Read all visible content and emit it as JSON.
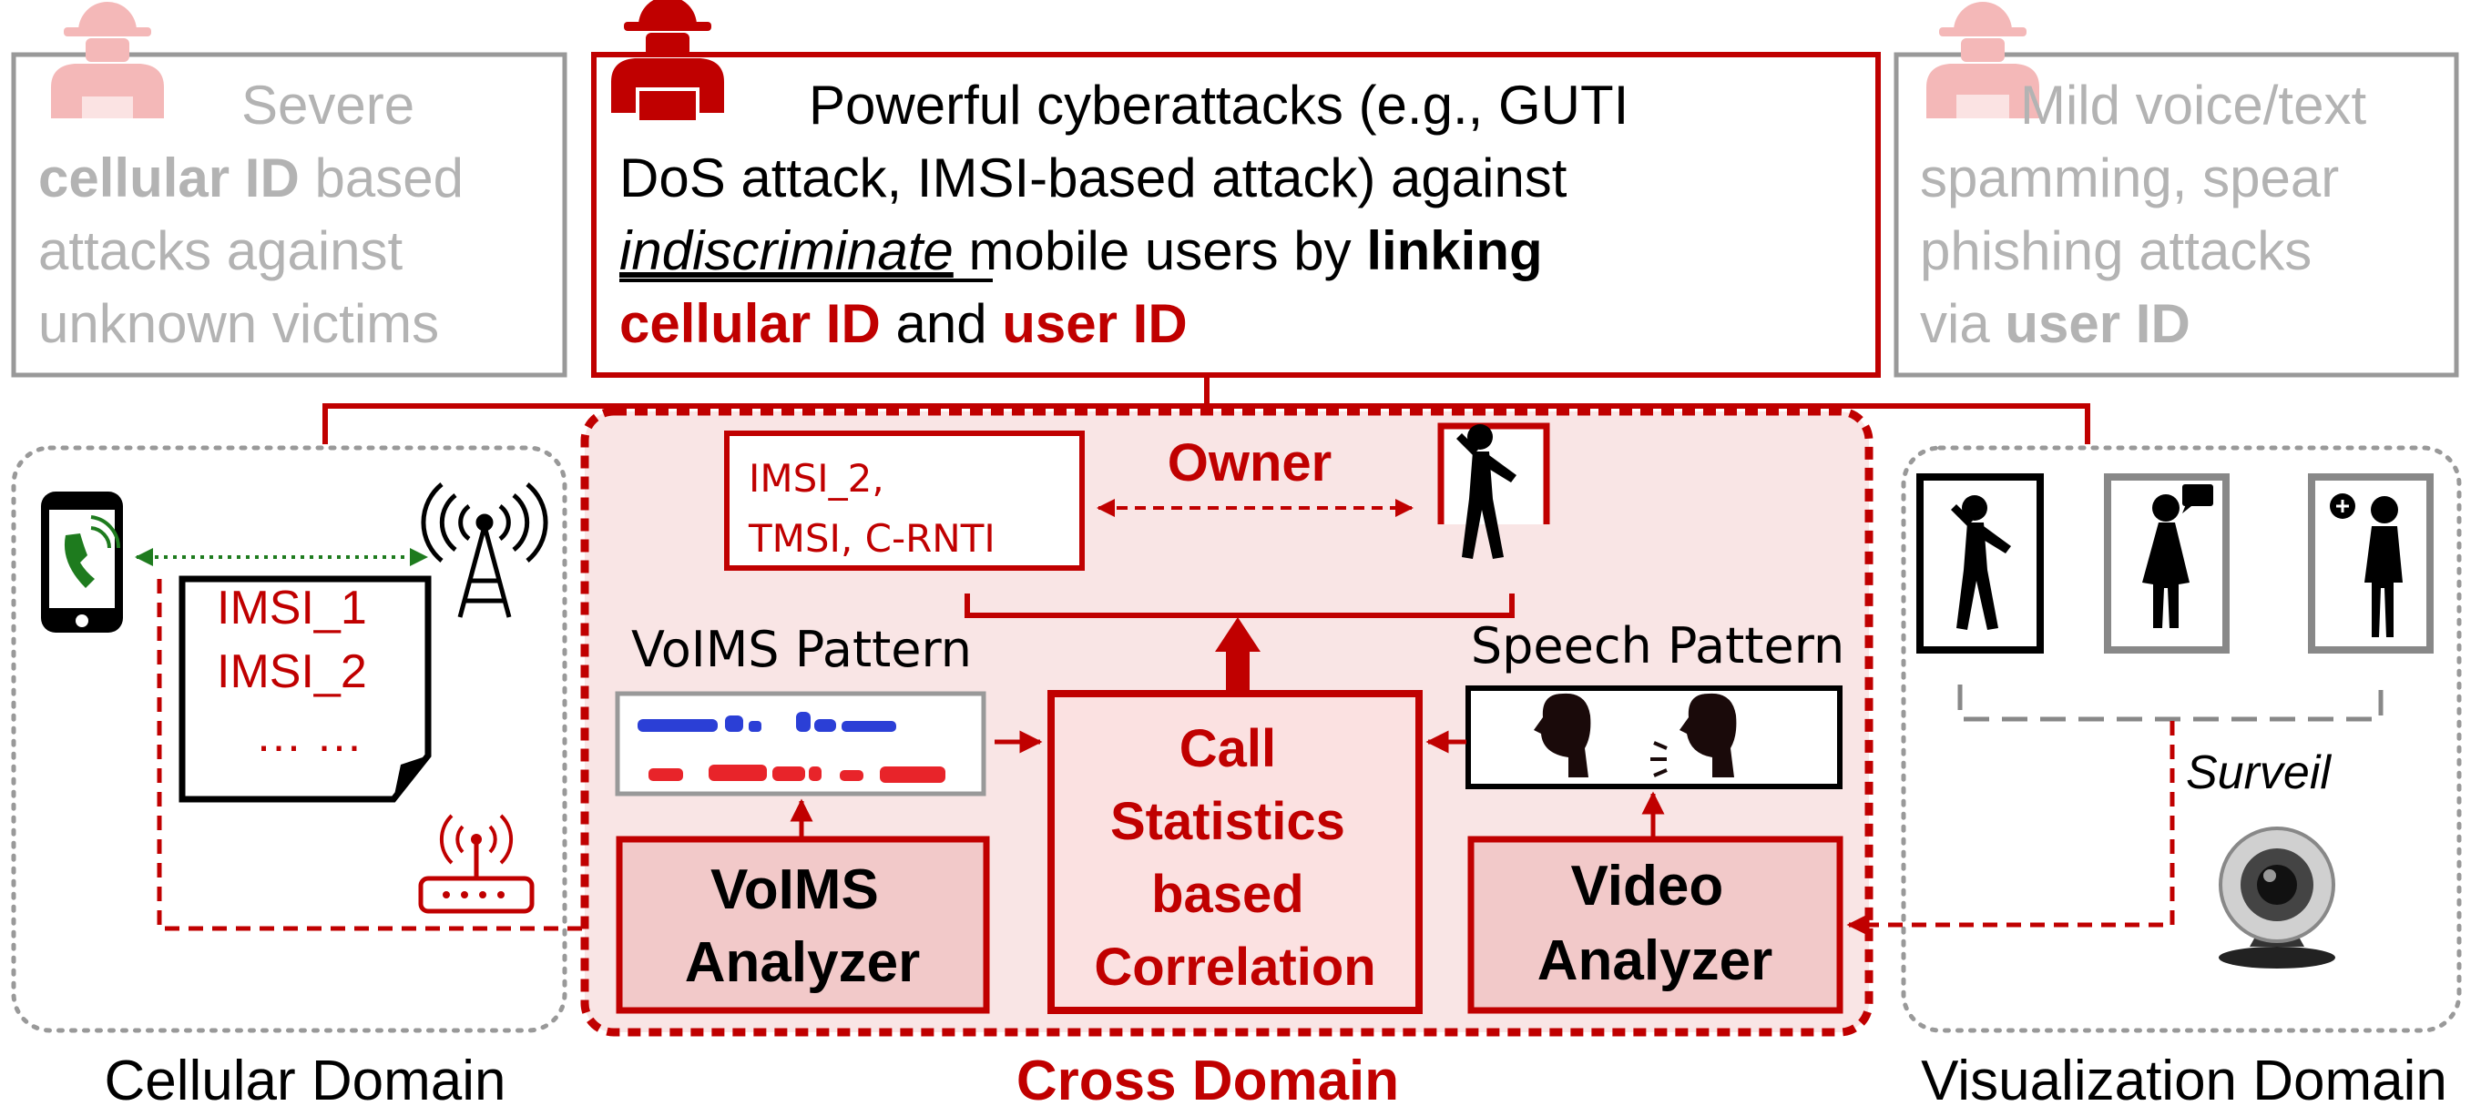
{
  "colors": {
    "red": "#c00000",
    "gray": "#999999",
    "light_gray": "#b3b3b3",
    "pink_fill": "#f9e5e5",
    "faded_hacker": "#f4b8b8",
    "green": "#1e7b1e",
    "blue": "#2b3fd6"
  },
  "top": {
    "left_box": {
      "lines": [
        "Severe",
        "cellular ID",
        " based",
        "attacks against",
        "unknown victims"
      ]
    },
    "center_box": {
      "line1": "Powerful cyberattacks (e.g., GUTI",
      "line2": "DoS attack, IMSI-based attack) against",
      "line3_a": "indiscriminate",
      "line3_b": " mobile users by ",
      "line3_c": "linking",
      "line4_a": "cellular ID",
      "line4_b": " and ",
      "line4_c": "user ID"
    },
    "right_box": {
      "lines": [
        "Mild voice/text",
        "spamming, spear",
        "phishing attacks",
        "via ",
        "user ID"
      ]
    }
  },
  "cellular": {
    "ids": [
      "IMSI_1",
      "IMSI_2",
      "… …"
    ],
    "label": "Cellular Domain"
  },
  "cross": {
    "id_box": [
      "IMSI_2,",
      "TMSI, C-RNTI"
    ],
    "owner": "Owner",
    "volms_pattern": "VoIMS Pattern",
    "speech_pattern": "Speech Pattern",
    "volms_analyzer": [
      "VoIMS",
      "Analyzer"
    ],
    "correlation": [
      "Call",
      "Statistics",
      "based",
      "Correlation"
    ],
    "video_analyzer": [
      "Video",
      "Analyzer"
    ],
    "label": "Cross Domain"
  },
  "visual": {
    "surveil": "Surveil",
    "label": "Visualization Domain"
  },
  "icons": [
    "hacker-icon",
    "phone-icon",
    "cell-tower-icon",
    "router-icon",
    "person-icon",
    "head-silhouette-icon",
    "speaking-head-icon",
    "webcam-icon",
    "document-icon"
  ]
}
